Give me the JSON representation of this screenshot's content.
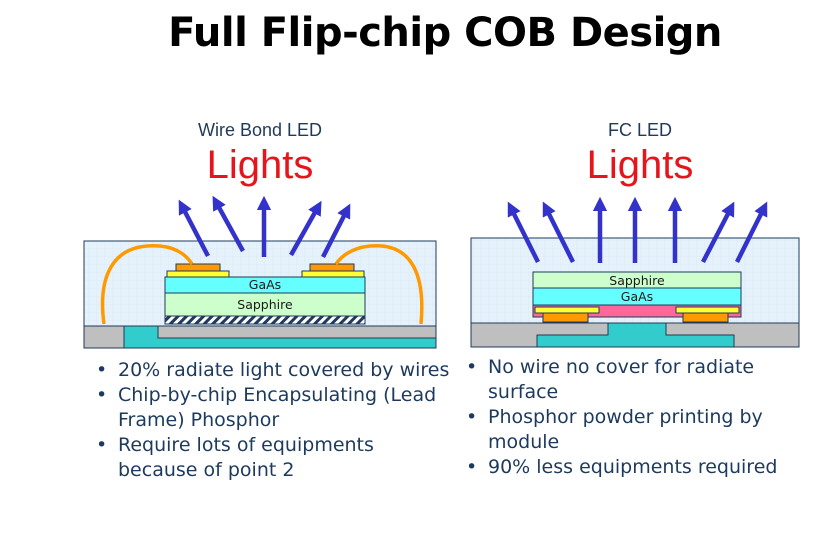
{
  "title": "Full Flip-chip COB Design",
  "panels": {
    "wire_bond": {
      "label": "Wire Bond LED",
      "lights": "Lights",
      "layers": {
        "top": "GaAs",
        "bottom": "Sapphire"
      },
      "bullets": [
        "20% radiate light covered by wires",
        "Chip-by-chip Encapsulating (Lead Frame) Phosphor",
        "Require lots of equipments because of point 2"
      ]
    },
    "fc": {
      "label": "FC LED",
      "lights": "Lights",
      "layers": {
        "top": "Sapphire",
        "bottom": "GaAs"
      },
      "bullets": [
        "No wire no cover for radiate surface",
        "Phosphor powder printing by module",
        "90% less equipments required"
      ]
    }
  },
  "colors": {
    "title": "#000000",
    "label": "#1f3a5a",
    "lights": "#e8141c",
    "arrow": "#3333cc",
    "encapsulant": "#e6f2fb",
    "gaas": "#66ffff",
    "sapphire": "#ccffcc",
    "pad_yellow": "#ffff33",
    "pad_orange": "#ff9900",
    "wire": "#ff9900",
    "substrate_gray": "#bfbfbf",
    "substrate_teal": "#33cccc",
    "pink": "#ff6699",
    "outline": "#1f3a5a"
  }
}
